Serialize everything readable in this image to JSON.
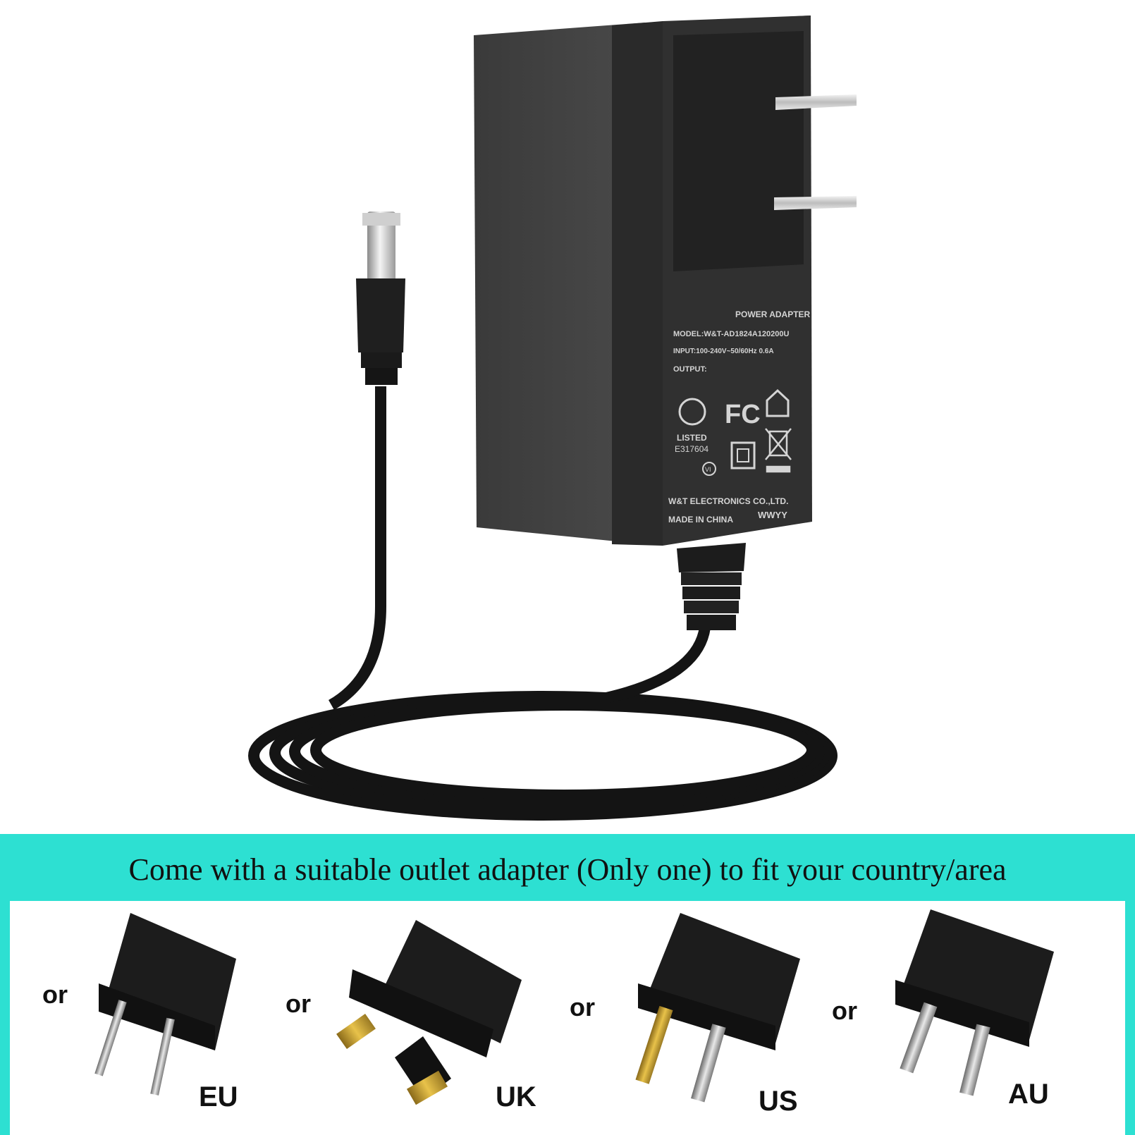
{
  "label": {
    "header": "POWER ADAPTER",
    "model": "MODEL:W&T-AD1824A120200U",
    "input": "INPUT:100-240V~50/60Hz 0.6A",
    "output": "OUTPUT:",
    "listed": "LISTED",
    "file_no": "E317604",
    "vi_mark": "VI",
    "manufacturer": "W&T ELECTRONICS CO.,LTD.",
    "origin": "MADE IN CHINA",
    "date_code": "WWYY"
  },
  "banner": {
    "text": "Come with a suitable outlet adapter (Only one) to fit your country/area",
    "color": "#2de0d2"
  },
  "plugs": [
    {
      "or": "or",
      "region": "EU"
    },
    {
      "or": "or",
      "region": "UK"
    },
    {
      "or": "or",
      "region": "US"
    },
    {
      "or": "or",
      "region": "AU"
    }
  ]
}
